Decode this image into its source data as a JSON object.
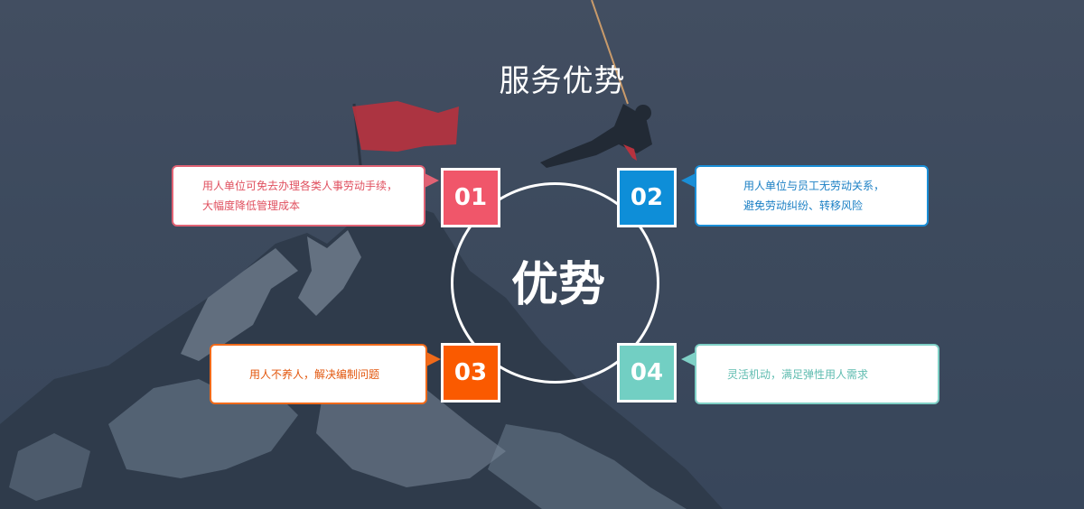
{
  "page": {
    "title": "服务优势",
    "center": "优势"
  },
  "items": [
    {
      "number": "01",
      "text": "用人单位可免去办理各类人事劳动手续，\n大幅度降低管理成本",
      "color": "#f0566a"
    },
    {
      "number": "02",
      "text": "用人单位与员工无劳动关系，\n避免劳动纠纷、转移风险",
      "color": "#0e8ed8"
    },
    {
      "number": "03",
      "text": "用人不养人，解决编制问题",
      "color": "#fa5a00"
    },
    {
      "number": "04",
      "text": "灵活机动，满足弹性用人需求",
      "color": "#72cfc3"
    }
  ],
  "background": {
    "description_colors": {
      "sky": "#434f62",
      "mountain": "#2e3a48",
      "snow": "#7f8fa0",
      "flag": "#b8323e"
    }
  }
}
